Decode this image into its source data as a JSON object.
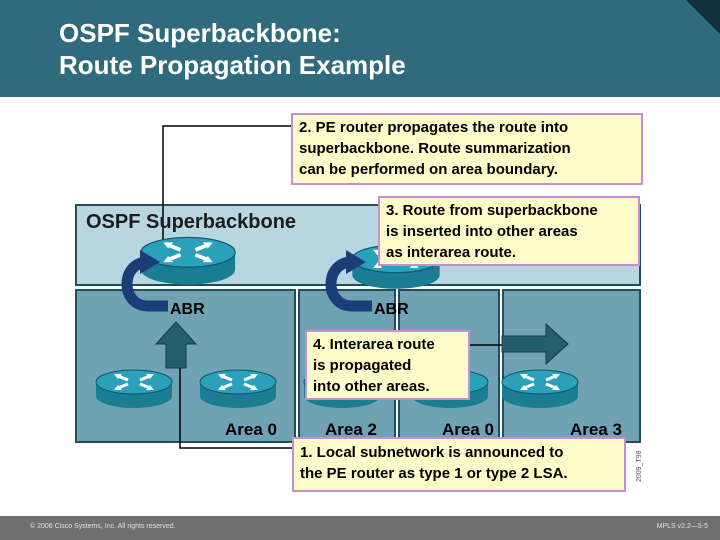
{
  "header": {
    "title_line1": "OSPF Superbackbone:",
    "title_line2": "Route Propagation Example"
  },
  "diagram": {
    "superbackbone_label": "OSPF Superbackbone",
    "abr_labels": [
      "ABR",
      "ABR"
    ],
    "area_labels": [
      "Area 0",
      "Area 2",
      "Area 0",
      "Area 3"
    ],
    "callouts": {
      "step2": [
        "2. PE router propagates the route into",
        "superbackbone. Route summarization",
        "can be performed on area boundary."
      ],
      "step3": [
        "3. Route from superbackbone",
        "is inserted into other areas",
        "as interarea route."
      ],
      "step4": [
        "4. Interarea route",
        "is propagated",
        "into other areas."
      ],
      "step1": [
        "1. Local subnetwork is announced to",
        "the PE router as type 1 or type 2 LSA."
      ]
    },
    "figure_id": "2009_T98",
    "colors": {
      "area_fill": "#6fa3b4",
      "superbackbone_fill": "#b7d6e0",
      "router": "#1d8fa8",
      "arrow": "#235f6d",
      "curved_arrow": "#1b3e78",
      "callout_fill": "#fdfbc8",
      "callout_border": "#c98ed0"
    }
  },
  "footer": {
    "copyright": "© 2006 Cisco Systems, Inc. All rights reserved.",
    "page_ref": "MPLS v2.2—5-5"
  }
}
